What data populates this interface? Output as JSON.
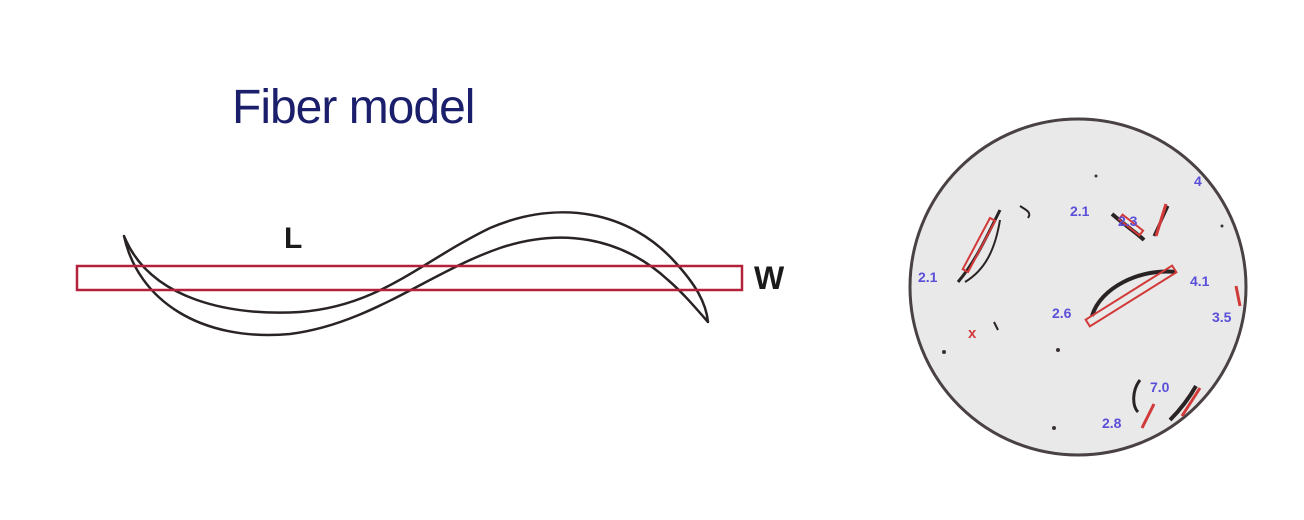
{
  "diagram": {
    "title": "Fiber model",
    "length_label": "L",
    "width_label": "W"
  },
  "micrograph": {
    "labels": [
      "2.1",
      "2.1",
      "2.3",
      "2.6",
      "4.1",
      "3.5",
      "7.0",
      "2.8",
      "4"
    ],
    "cross_mark": "x"
  },
  "colors": {
    "title": "#1b1f6b",
    "fiber_outline": "#2a2323",
    "bounding_box": "#b3213a",
    "micro_labels": "#5a4fd8",
    "micro_marks": "#d23a3a",
    "circle_fill": "#e9e9e9"
  }
}
